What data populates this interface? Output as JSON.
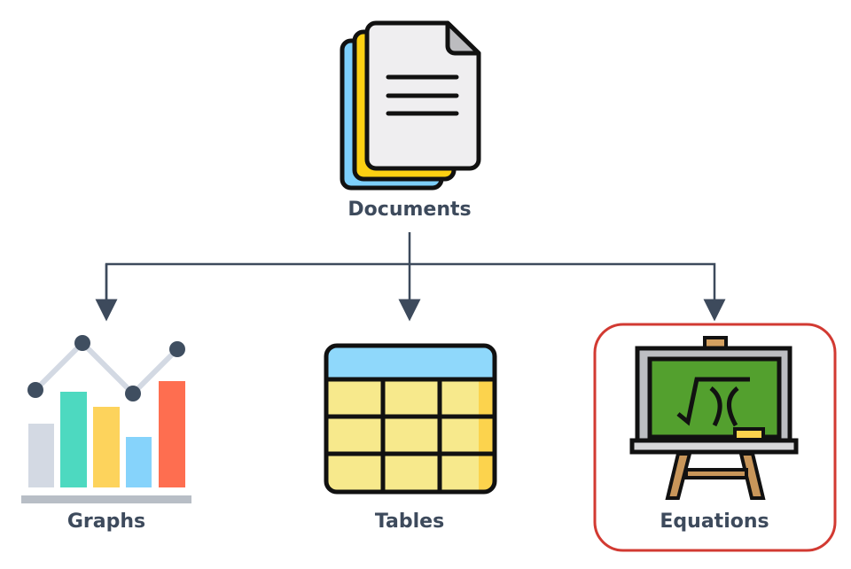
{
  "nodes": {
    "root": {
      "label": "Documents",
      "icon": "documents-icon"
    },
    "children": [
      {
        "label": "Graphs",
        "icon": "chart-icon"
      },
      {
        "label": "Tables",
        "icon": "table-icon"
      },
      {
        "label": "Equations",
        "icon": "chalkboard-equation-icon",
        "highlighted": true
      }
    ]
  },
  "colors": {
    "connector": "#3d4a5c",
    "highlight": "#d23a32",
    "text": "#3d4a5c"
  }
}
